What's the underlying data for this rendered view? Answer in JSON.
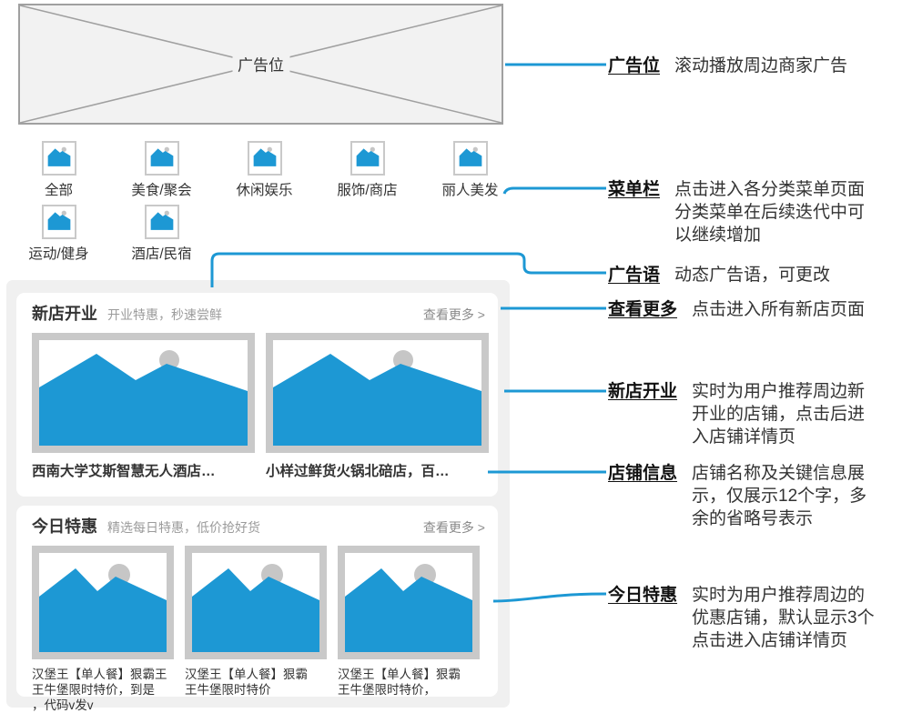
{
  "colors": {
    "accent_blue": "#1d98d4",
    "frame_gray": "#c9c9c9",
    "panel_gray": "#f0f0f0",
    "ad_border_gray": "#a0a0a0"
  },
  "ad_banner": {
    "label": "广告位"
  },
  "menu": {
    "items": [
      {
        "label": "全部"
      },
      {
        "label": "美食/聚会"
      },
      {
        "label": "休闲娱乐"
      },
      {
        "label": "服饰/商店"
      },
      {
        "label": "丽人美发"
      },
      {
        "label": "运动/健身"
      },
      {
        "label": "酒店/民宿"
      }
    ]
  },
  "sections": {
    "new_stores": {
      "title": "新店开业",
      "subtitle": "开业特惠，秒速尝鲜",
      "view_more": "查看更多 >",
      "stores": [
        {
          "name": "西南大学艾斯智慧无人酒店…"
        },
        {
          "name": "小样过鲜货火锅北碚店，百…"
        }
      ]
    },
    "today_deals": {
      "title": "今日特惠",
      "subtitle": "精选每日特惠，低价抢好货",
      "view_more": "查看更多 >",
      "deals": [
        {
          "name": [
            "汉堡王【单人餐】狠霸王",
            "王牛堡限时特价，到是",
            "，代码v发v"
          ]
        },
        {
          "name": [
            "汉堡王【单人餐】狠霸",
            "王牛堡限时特价"
          ]
        },
        {
          "name": [
            "汉堡王【单人餐】狠霸",
            "王牛堡限时特价，"
          ]
        }
      ]
    }
  },
  "annotations": [
    {
      "label": "广告位",
      "desc": "滚动播放周边商家广告"
    },
    {
      "label": "菜单栏",
      "desc": [
        "点击进入各分类菜单页面",
        "分类菜单在后续迭代中可",
        "以继续增加"
      ]
    },
    {
      "label": "广告语",
      "desc": "动态广告语，可更改"
    },
    {
      "label": "查看更多",
      "desc": "点击进入所有新店页面"
    },
    {
      "label": "新店开业",
      "desc": [
        "实时为用户推荐周边新",
        "开业的店铺，点击后进",
        "入店铺详情页"
      ]
    },
    {
      "label": "店铺信息",
      "desc": [
        "店铺名称及关键信息展",
        "示，仅展示12个字，多",
        "余的省略号表示"
      ]
    },
    {
      "label": "今日特惠",
      "desc": [
        "实时为用户推荐周边的",
        "优惠店铺，默认显示3个",
        "点击进入店铺详情页"
      ]
    }
  ]
}
